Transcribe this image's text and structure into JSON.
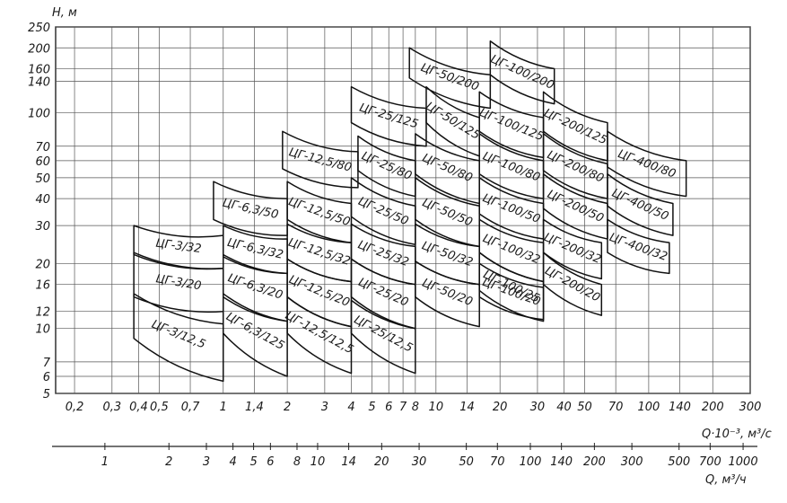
{
  "chart_data": {
    "type": "pump-range-chart",
    "title": "",
    "y_axis": {
      "label": "H, м",
      "scale": "log",
      "range": [
        5,
        250
      ],
      "ticks": [
        {
          "value": 5,
          "label": "5"
        },
        {
          "value": 6,
          "label": "6"
        },
        {
          "value": 7,
          "label": "7"
        },
        {
          "value": 10,
          "label": "10"
        },
        {
          "value": 12,
          "label": "12"
        },
        {
          "value": 16,
          "label": "16"
        },
        {
          "value": 20,
          "label": "20"
        },
        {
          "value": 30,
          "label": "30"
        },
        {
          "value": 40,
          "label": "40"
        },
        {
          "value": 50,
          "label": "50"
        },
        {
          "value": 60,
          "label": "60"
        },
        {
          "value": 70,
          "label": "70"
        },
        {
          "value": 100,
          "label": "100"
        },
        {
          "value": 140,
          "label": "140"
        },
        {
          "value": 160,
          "label": "160"
        },
        {
          "value": 200,
          "label": "200"
        },
        {
          "value": 250,
          "label": "250"
        }
      ]
    },
    "x_axis_primary": {
      "label": "Q·10⁻³, м³/с",
      "scale": "log",
      "range": [
        0.163,
        300
      ],
      "ticks": [
        {
          "value": 0.2,
          "label": "0,2"
        },
        {
          "value": 0.3,
          "label": "0,3"
        },
        {
          "value": 0.4,
          "label": "0,4"
        },
        {
          "value": 0.5,
          "label": "0,5"
        },
        {
          "value": 0.7,
          "label": "0,7"
        },
        {
          "value": 1,
          "label": "1"
        },
        {
          "value": 1.4,
          "label": "1,4"
        },
        {
          "value": 2,
          "label": "2"
        },
        {
          "value": 3,
          "label": "3"
        },
        {
          "value": 4,
          "label": "4"
        },
        {
          "value": 5,
          "label": "5"
        },
        {
          "value": 6,
          "label": "6"
        },
        {
          "value": 7,
          "label": "7"
        },
        {
          "value": 8,
          "label": "8"
        },
        {
          "value": 10,
          "label": "10"
        },
        {
          "value": 14,
          "label": "14"
        },
        {
          "value": 20,
          "label": "20"
        },
        {
          "value": 30,
          "label": "30"
        },
        {
          "value": 40,
          "label": "40"
        },
        {
          "value": 50,
          "label": "50"
        },
        {
          "value": 70,
          "label": "70"
        },
        {
          "value": 100,
          "label": "100"
        },
        {
          "value": 140,
          "label": "140"
        },
        {
          "value": 200,
          "label": "200"
        },
        {
          "value": 300,
          "label": "300"
        }
      ]
    },
    "x_axis_secondary": {
      "label": "Q, м³/ч",
      "scale": "log",
      "ticks": [
        {
          "value": 1,
          "label": "1"
        },
        {
          "value": 2,
          "label": "2"
        },
        {
          "value": 3,
          "label": "3"
        },
        {
          "value": 4,
          "label": "4"
        },
        {
          "value": 5,
          "label": "5"
        },
        {
          "value": 6,
          "label": "6"
        },
        {
          "value": 8,
          "label": "8"
        },
        {
          "value": 10,
          "label": "10"
        },
        {
          "value": 14,
          "label": "14"
        },
        {
          "value": 20,
          "label": "20"
        },
        {
          "value": 30,
          "label": "30"
        },
        {
          "value": 50,
          "label": "50"
        },
        {
          "value": 70,
          "label": "70"
        },
        {
          "value": 100,
          "label": "100"
        },
        {
          "value": 140,
          "label": "140"
        },
        {
          "value": 200,
          "label": "200"
        },
        {
          "value": 300,
          "label": "300"
        },
        {
          "value": 500,
          "label": "500"
        },
        {
          "value": 700,
          "label": "700"
        },
        {
          "value": 1000,
          "label": "1000"
        }
      ]
    },
    "grid": true,
    "regions": [
      {
        "name": "ЦГ-3/12,5",
        "label": "ЦГ-3/12,5",
        "q": [
          0.38,
          1.0
        ],
        "h": [
          9.0,
          14.5
        ],
        "dh": [
          5.7,
          10.5
        ]
      },
      {
        "name": "ЦГ-3/20",
        "label": "ЦГ-3/20",
        "q": [
          0.38,
          1.0
        ],
        "h": [
          14.0,
          22.5
        ],
        "dh": [
          12.0,
          19.0
        ]
      },
      {
        "name": "ЦГ-3/32",
        "label": "ЦГ-3/32",
        "q": [
          0.38,
          1.0
        ],
        "h": [
          22.0,
          30.0
        ],
        "dh": [
          19.0,
          27.0
        ]
      },
      {
        "name": "ЦГ-6,3/125",
        "label": "ЦГ-6,3/125",
        "q": [
          1.0,
          2.0
        ],
        "h": [
          9.5,
          14.5
        ],
        "dh": [
          6.0,
          10.8
        ]
      },
      {
        "name": "ЦГ-6,3/20",
        "label": "ЦГ-6,3/20",
        "q": [
          1.0,
          2.0
        ],
        "h": [
          14.0,
          22.0
        ],
        "dh": [
          10.8,
          18.0
        ]
      },
      {
        "name": "ЦГ-6,3/32",
        "label": "ЦГ-6,3/32",
        "q": [
          1.0,
          2.0
        ],
        "h": [
          21.5,
          30.0
        ],
        "dh": [
          18.0,
          26.0
        ]
      },
      {
        "name": "ЦГ-6,3/50",
        "label": "ЦГ-6,3/50",
        "q": [
          0.9,
          2.0
        ],
        "h": [
          32.0,
          48.0
        ],
        "dh": [
          27.0,
          40.0
        ]
      },
      {
        "name": "ЦГ-12,5/12,5",
        "label": "ЦГ-12,5/12,5",
        "q": [
          2.0,
          4.0
        ],
        "h": [
          9.5,
          14.0
        ],
        "dh": [
          6.2,
          10.2
        ]
      },
      {
        "name": "ЦГ-12,5/20",
        "label": "ЦГ-12,5/20",
        "q": [
          2.0,
          4.0
        ],
        "h": [
          14.0,
          21.0
        ],
        "dh": [
          10.2,
          16.5
        ]
      },
      {
        "name": "ЦГ-12,5/32",
        "label": "ЦГ-12,5/32",
        "q": [
          2.0,
          4.0
        ],
        "h": [
          21.0,
          30.5
        ],
        "dh": [
          16.5,
          25.0
        ]
      },
      {
        "name": "ЦГ-12,5/50",
        "label": "ЦГ-12,5/50",
        "q": [
          2.0,
          4.0
        ],
        "h": [
          32.0,
          48.0
        ],
        "dh": [
          25.0,
          38.0
        ]
      },
      {
        "name": "ЦГ-12,5/80",
        "label": "ЦГ-12,5/80",
        "q": [
          1.9,
          4.3
        ],
        "h": [
          55.0,
          82.0
        ],
        "dh": [
          45.0,
          66.0
        ]
      },
      {
        "name": "ЦГ-25/12,5",
        "label": "ЦГ-25/12,5",
        "q": [
          4.0,
          8.0
        ],
        "h": [
          9.5,
          13.5
        ],
        "dh": [
          6.2,
          10.0
        ]
      },
      {
        "name": "ЦГ-25/20",
        "label": "ЦГ-25/20",
        "q": [
          4.0,
          8.0
        ],
        "h": [
          14.0,
          21.0
        ],
        "dh": [
          10.0,
          16.0
        ]
      },
      {
        "name": "ЦГ-25/32",
        "label": "ЦГ-25/32",
        "q": [
          4.0,
          8.0
        ],
        "h": [
          21.0,
          30.5
        ],
        "dh": [
          16.0,
          24.0
        ]
      },
      {
        "name": "ЦГ-25/50",
        "label": "ЦГ-25/50",
        "q": [
          4.0,
          8.0
        ],
        "h": [
          33.0,
          50.0
        ],
        "dh": [
          24.5,
          37.0
        ]
      },
      {
        "name": "ЦГ-25/80",
        "label": "ЦГ-25/80",
        "q": [
          4.3,
          8.0
        ],
        "h": [
          54.0,
          78.0
        ],
        "dh": [
          41.0,
          60.0
        ]
      },
      {
        "name": "ЦГ-25/125",
        "label": "ЦГ-25/125",
        "q": [
          4.0,
          9.0
        ],
        "h": [
          90.0,
          132.0
        ],
        "dh": [
          70.0,
          105.0
        ]
      },
      {
        "name": "ЦГ-50/20",
        "label": "ЦГ-50/20",
        "q": [
          8.0,
          16.0
        ],
        "h": [
          14.0,
          20.5
        ],
        "dh": [
          10.2,
          16.0
        ]
      },
      {
        "name": "ЦГ-50/32",
        "label": "ЦГ-50/32",
        "q": [
          8.0,
          16.0
        ],
        "h": [
          20.5,
          30.5
        ],
        "dh": [
          16.0,
          24.0
        ]
      },
      {
        "name": "ЦГ-50/50",
        "label": "ЦГ-50/50",
        "q": [
          8.0,
          16.0
        ],
        "h": [
          32.0,
          50.0
        ],
        "dh": [
          24.0,
          37.0
        ]
      },
      {
        "name": "ЦГ-50/80",
        "label": "ЦГ-50/80",
        "q": [
          8.0,
          16.0
        ],
        "h": [
          52.0,
          80.0
        ],
        "dh": [
          38.0,
          60.0
        ]
      },
      {
        "name": "ЦГ-50/125",
        "label": "ЦГ-50/125",
        "q": [
          9.0,
          16.0
        ],
        "h": [
          90.0,
          132.0
        ],
        "dh": [
          63.0,
          95.0
        ]
      },
      {
        "name": "ЦГ-50/200",
        "label": "ЦГ-50/200",
        "q": [
          7.5,
          18.0
        ],
        "h": [
          145.0,
          200.0
        ],
        "dh": [
          105.0,
          150.0
        ]
      },
      {
        "name": "ЦГ-100/25",
        "label": "ЦГ-100/25",
        "q": [
          16.0,
          32.0
        ],
        "h": [
          15.0,
          22.5
        ],
        "dh": [
          10.8,
          16.5
        ]
      },
      {
        "name": "ЦГ-100/20",
        "label": "ЦГ-100/20",
        "q": [
          16.0,
          32.0
        ],
        "h": [
          14.0,
          20.0
        ],
        "dh": [
          11.0,
          15.5
        ]
      },
      {
        "name": "ЦГ-100/32",
        "label": "ЦГ-100/32",
        "q": [
          16.0,
          32.0
        ],
        "h": [
          22.5,
          32.0
        ],
        "dh": [
          16.5,
          25.0
        ]
      },
      {
        "name": "ЦГ-100/50",
        "label": "ЦГ-100/50",
        "q": [
          16.0,
          32.0
        ],
        "h": [
          34.0,
          50.0
        ],
        "dh": [
          26.0,
          38.0
        ]
      },
      {
        "name": "ЦГ-100/80",
        "label": "ЦГ-100/80",
        "q": [
          16.0,
          32.0
        ],
        "h": [
          52.0,
          80.0
        ],
        "dh": [
          40.0,
          60.0
        ]
      },
      {
        "name": "ЦГ-100/125",
        "label": "ЦГ-100/125",
        "q": [
          16.0,
          32.0
        ],
        "h": [
          82.0,
          125.0
        ],
        "dh": [
          62.0,
          95.0
        ]
      },
      {
        "name": "ЦГ-100/200",
        "label": "ЦГ-100/200",
        "q": [
          18.0,
          36.0
        ],
        "h": [
          150.0,
          215.0
        ],
        "dh": [
          110.0,
          160.0
        ]
      },
      {
        "name": "ЦГ-200/20",
        "label": "ЦГ-200/20",
        "q": [
          32.0,
          60.0
        ],
        "h": [
          16.0,
          22.5
        ],
        "dh": [
          11.5,
          16.0
        ]
      },
      {
        "name": "ЦГ-200/32",
        "label": "ЦГ-200/32",
        "q": [
          32.0,
          60.0
        ],
        "h": [
          22.5,
          32.0
        ],
        "dh": [
          17.0,
          25.0
        ]
      },
      {
        "name": "ЦГ-200/50",
        "label": "ЦГ-200/50",
        "q": [
          32.0,
          64.0
        ],
        "h": [
          36.0,
          52.0
        ],
        "dh": [
          26.0,
          38.0
        ]
      },
      {
        "name": "ЦГ-200/80",
        "label": "ЦГ-200/80",
        "q": [
          32.0,
          64.0
        ],
        "h": [
          54.0,
          80.0
        ],
        "dh": [
          40.0,
          58.0
        ]
      },
      {
        "name": "ЦГ-200/125",
        "label": "ЦГ-200/125",
        "q": [
          32.0,
          64.0
        ],
        "h": [
          82.0,
          125.0
        ],
        "dh": [
          60.0,
          90.0
        ]
      },
      {
        "name": "ЦГ-400/32",
        "label": "ЦГ-400/32",
        "q": [
          64.0,
          125.0
        ],
        "h": [
          22.5,
          32.0
        ],
        "dh": [
          18.0,
          25.0
        ]
      },
      {
        "name": "ЦГ-400/50",
        "label": "ЦГ-400/50",
        "q": [
          64.0,
          130.0
        ],
        "h": [
          37.0,
          52.0
        ],
        "dh": [
          27.0,
          38.0
        ]
      },
      {
        "name": "ЦГ-400/80",
        "label": "ЦГ-400/80",
        "q": [
          64.0,
          150.0
        ],
        "h": [
          56.0,
          82.0
        ],
        "dh": [
          41.0,
          60.0
        ]
      }
    ]
  }
}
